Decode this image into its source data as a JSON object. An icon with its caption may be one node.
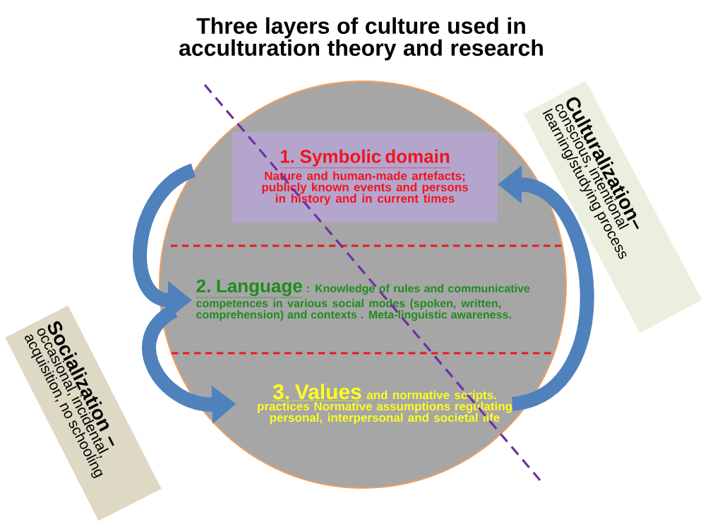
{
  "diagram": {
    "title": "Three layers of culture used in acculturation theory and research",
    "nodes": [
      {
        "text": [],
        "shape": "circle"
      },
      {
        "text": [
          "1. Symbolic domain",
          "Nature and human-made artefacts; publicly known events and persons in history and in current times"
        ],
        "in": 0
      },
      {
        "text": [
          "2. Language",
          ": Knowledge of rules and communicative competences in various social modes (spoken, written, comprehension) and contexts . Meta-linguistic awareness."
        ],
        "in": 0
      },
      {
        "text": [
          "3. Values",
          "and normative scripts. practices Normative assumptions regulating personal, interpersonal and societal life"
        ],
        "in": 0
      },
      {
        "text": [
          "Culturalization–",
          "conscious, intentional learning/studying process"
        ]
      },
      {
        "text": [
          "Socialization –",
          "occasional, incidental, acquisition, no schooling"
        ]
      }
    ],
    "edges": [
      {
        "from": 1,
        "to": 2,
        "arrow": "to"
      },
      {
        "from": 2,
        "to": 3,
        "arrow": "to"
      },
      {
        "from": 3,
        "to": 1,
        "arrow": "to"
      }
    ]
  }
}
